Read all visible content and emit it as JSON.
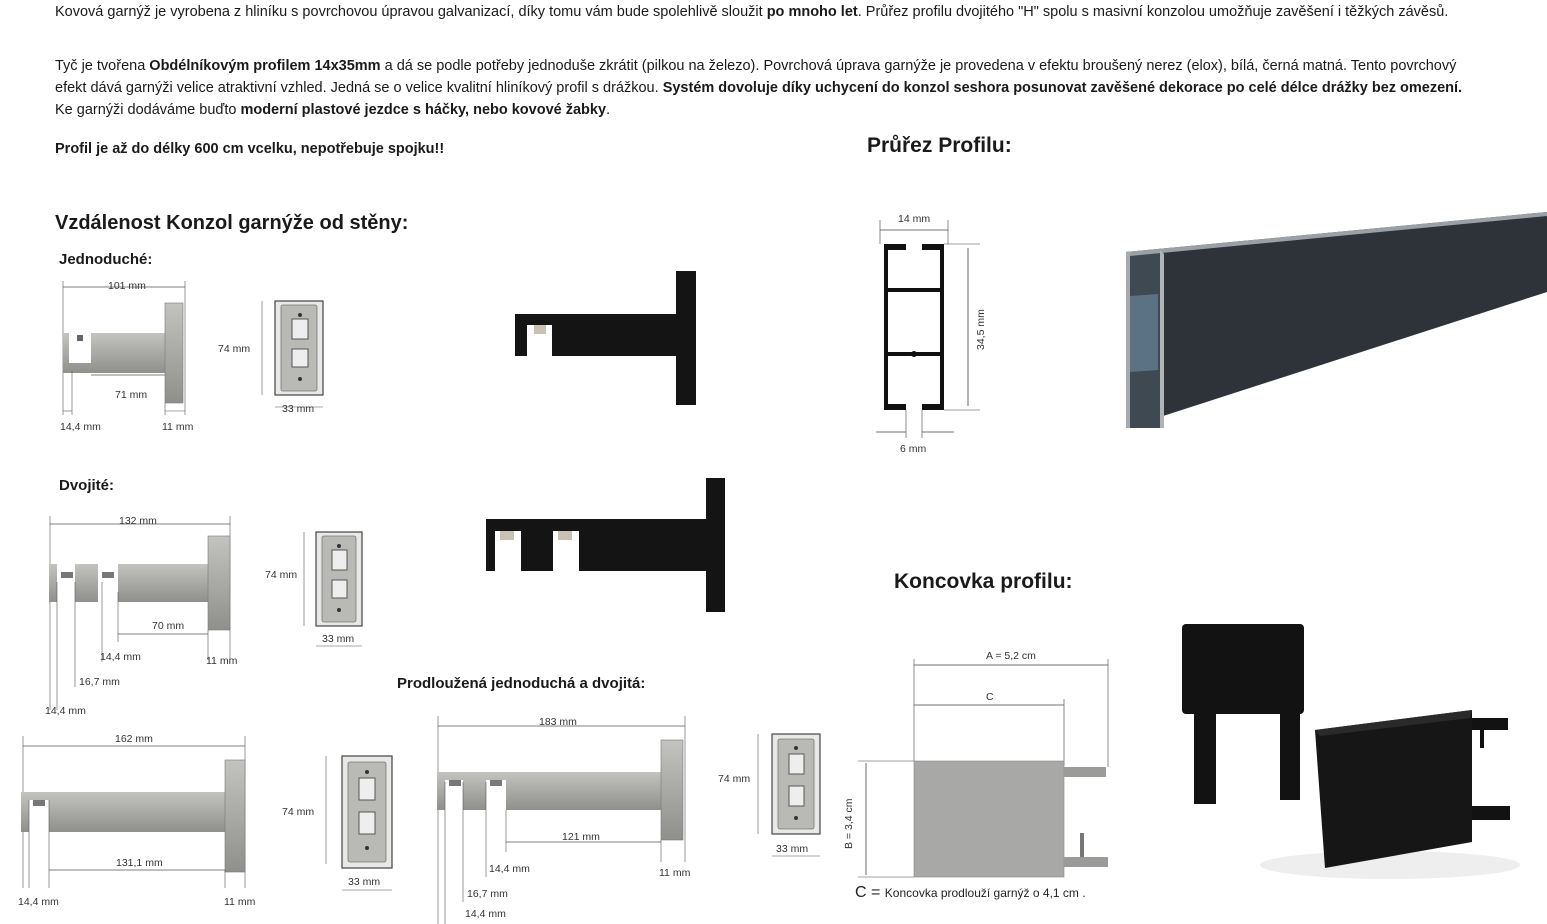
{
  "intro": {
    "p1_a": "Kovová garnýž je vyrobena z hliníku s povrchovou úpravou galvanizací, díky tomu vám bude spolehlivě sloužit ",
    "p1_b": "po mnoho let",
    "p1_c": ". Průřez profilu dvojitého \"H\" spolu s masivní konzolou umožňuje zavěšení i těžkých závěsů.",
    "p2_a": " Tyč je tvořena ",
    "p2_b": "Obdélníkovým profilem 14x35mm",
    "p2_c": " a dá se podle potřeby jednoduše zkrátit (pilkou na železo). Povrchová úprava garnýže je provedena v efektu broušený nerez (elox), bílá, černá matná. Tento povrchový efekt dává garnýži velice atraktivní vzhled. Jedná se o velice kvalitní hliníkový profil s drážkou. ",
    "p2_d": "Systém dovoluje díky uchycení do konzol seshora posunovat zavěšené dekorace po celé délce drážky bez omezení.",
    "p2_e": " Ke garnýži dodáváme buďto ",
    "p2_f": "moderní plastové jezdce s háčky, nebo kovové žabky",
    "p2_g": ".",
    "p3": "Profil je až do délky 600 cm vcelku, nepotřebuje spojku!!"
  },
  "headings": {
    "distance": "Vzdálenost Konzol garnýže od stěny:",
    "single": "Jednoduché:",
    "double": "Dvojité:",
    "extended": "Prodloužená jednoduchá a dvojitá:",
    "profile": "Průřez Profilu:",
    "endcap": "Koncovka profilu:"
  },
  "single": {
    "len": "101 mm",
    "inner": "71 mm",
    "left": "14,4 mm",
    "right": "11 mm",
    "plate_h": "74 mm",
    "plate_w": "33 mm"
  },
  "double": {
    "len": "132 mm",
    "inner": "70 mm",
    "a": "14,4 mm",
    "b": "16,7 mm",
    "c": "14,4 mm",
    "right": "11 mm",
    "plate_h": "74 mm",
    "plate_w": "33 mm"
  },
  "ext_single": {
    "len": "162 mm",
    "inner": "131,1 mm",
    "left": "14,4 mm",
    "right": "11 mm",
    "plate_h": "74 mm",
    "plate_w": "33 mm"
  },
  "ext_double": {
    "len": "183 mm",
    "inner": "121 mm",
    "a": "14,4 mm",
    "b": "16,7 mm",
    "c": "14,4 mm",
    "right": "11 mm",
    "plate_h": "74 mm",
    "plate_w": "33 mm"
  },
  "profile": {
    "width": "14 mm",
    "height": "34,5 mm",
    "slot": "6 mm"
  },
  "endcap": {
    "a": "A = 5,2 cm",
    "c": "C",
    "b": "B = 3,4 cm",
    "note_c": "C = ",
    "note": "Koncovka prodlouží garnýž o 4,1 cm ."
  },
  "colors": {
    "steel": "#a9a9a6",
    "black": "#141414",
    "profile_dark": "#2d3338"
  }
}
